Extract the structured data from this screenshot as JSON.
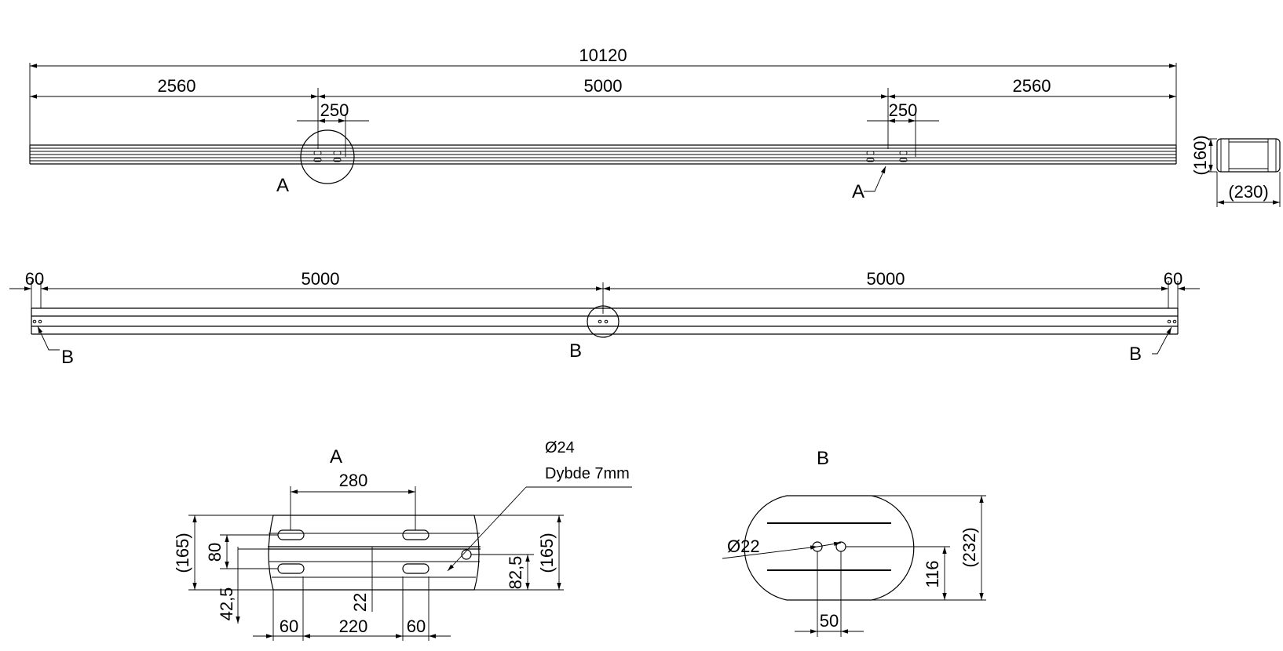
{
  "top_view": {
    "overall_length": "10120",
    "left_segment": "2560",
    "middle_segment": "5000",
    "right_segment": "2560",
    "left_hole_spacing": "250",
    "right_hole_spacing": "250",
    "detail_label_circle": "A",
    "detail_label_leader": "A"
  },
  "end_section": {
    "height": "(160)",
    "width": "(230)"
  },
  "side_view": {
    "left_edge": "60",
    "left_span": "5000",
    "right_span": "5000",
    "right_edge": "60",
    "detail_label_left": "B",
    "detail_label_center": "B",
    "detail_label_right": "B"
  },
  "detail_a": {
    "title": "A",
    "slot_spacing": "280",
    "height_left": "(165)",
    "slot_offset_80": "80",
    "offset_42_5": "42,5",
    "gap_22": "22",
    "hole_diameter": "Ø24",
    "hole_depth": "Dybde 7mm",
    "hole_height": "82,5",
    "height_right": "(165)",
    "bottom_60_left": "60",
    "bottom_220": "220",
    "bottom_60_right": "60"
  },
  "detail_b": {
    "title": "B",
    "hole_diameter": "Ø22",
    "hole_spacing": "50",
    "hole_height": "116",
    "overall_height": "(232)"
  }
}
